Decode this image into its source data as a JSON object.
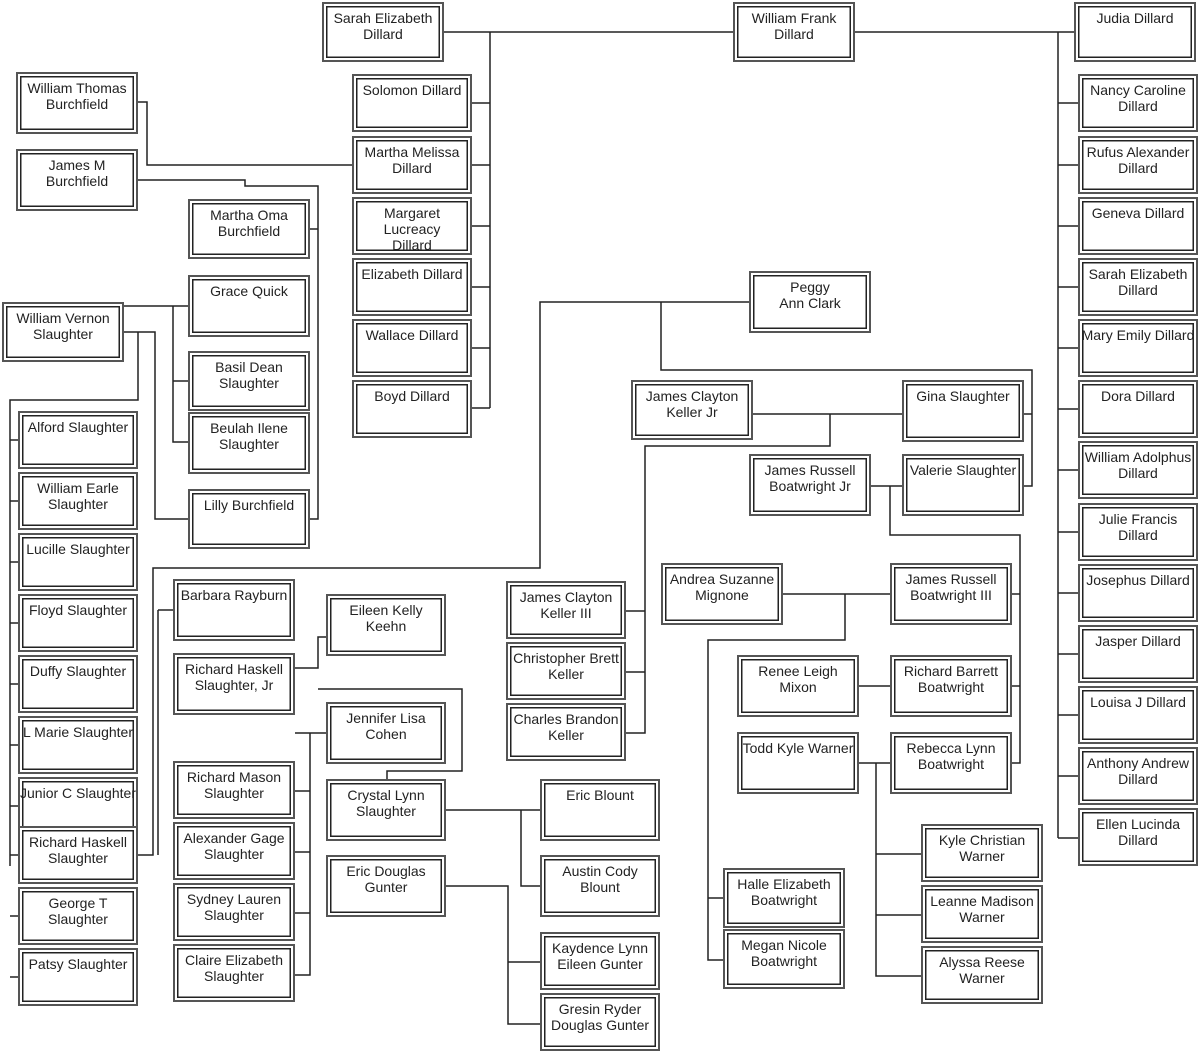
{
  "people": {
    "sarah_elizabeth_dillard_top": "Sarah Elizabeth\nDillard",
    "william_frank_dillard": "William Frank\nDillard",
    "judia_dillard": "Judia Dillard",
    "solomon_dillard": "Solomon Dillard",
    "martha_melissa_dillard": "Martha Melissa\nDillard",
    "margaret_lucreacy_dillard": "Margaret Lucreacy\nDillard",
    "elizabeth_dillard": "Elizabeth Dillard",
    "wallace_dillard": "Wallace Dillard",
    "boyd_dillard": "Boyd Dillard",
    "nancy_caroline_dillard": "Nancy Caroline\nDillard",
    "rufus_alexander_dillard": "Rufus Alexander\nDillard",
    "geneva_dillard": "Geneva Dillard",
    "sarah_elizabeth_dillard": "Sarah Elizabeth\nDillard",
    "mary_emily_dillard": "Mary Emily Dillard",
    "dora_dillard": "Dora Dillard",
    "william_adolphus_dillard": "William Adolphus\nDillard",
    "julie_francis_dillard": "Julie Francis\nDillard",
    "josephus_dillard": "Josephus Dillard",
    "jasper_dillard": "Jasper Dillard",
    "louisa_j_dillard": "Louisa J Dillard",
    "anthony_andrew_dillard": "Anthony Andrew\nDillard",
    "ellen_lucinda_dillard": "Ellen Lucinda\nDillard",
    "william_thomas_burchfield": "William Thomas\nBurchfield",
    "james_m_burchfield": "James M\nBurchfield",
    "martha_oma_burchfield": "Martha Oma\nBurchfield",
    "grace_quick": "Grace Quick",
    "william_vernon_slaughter": "William Vernon\nSlaughter",
    "basil_dean_slaughter": "Basil Dean\nSlaughter",
    "beulah_ilene_slaughter": "Beulah Ilene\nSlaughter",
    "lilly_burchfield": "Lilly Burchfield",
    "alford_slaughter": "Alford Slaughter",
    "william_earle_slaughter": "William Earle\nSlaughter",
    "lucille_slaughter": "Lucille Slaughter",
    "floyd_slaughter": "Floyd Slaughter",
    "duffy_slaughter": "Duffy Slaughter",
    "l_marie_slaughter": "L Marie Slaughter",
    "junior_c_slaughter": "Junior C Slaughter",
    "richard_haskell_slaughter": "Richard Haskell\nSlaughter",
    "george_t_slaughter": "George T\nSlaughter",
    "patsy_slaughter": "Patsy Slaughter",
    "barbara_rayburn": "Barbara Rayburn",
    "richard_haskell_slaughter_jr": "Richard Haskell\nSlaughter, Jr",
    "richard_mason_slaughter": "Richard Mason\nSlaughter",
    "alexander_gage_slaughter": "Alexander Gage\nSlaughter",
    "sydney_lauren_slaughter": "Sydney Lauren\nSlaughter",
    "claire_elizabeth_slaughter": "Claire Elizabeth\nSlaughter",
    "eileen_kelly_keehn": "Eileen Kelly Keehn",
    "jennifer_lisa_cohen": "Jennifer Lisa\nCohen",
    "crystal_lynn_slaughter": "Crystal Lynn\nSlaughter",
    "eric_douglas_gunter": "Eric Douglas\nGunter",
    "eric_blount": "Eric Blount",
    "austin_cody_blount": "Austin Cody Blount",
    "kaydence_lynn_eileen_gunter": "Kaydence Lynn\nEileen Gunter",
    "gresin_ryder_douglas_gunter": "Gresin Ryder\nDouglas Gunter",
    "james_clayton_keller_iii": "James Clayton\nKeller III",
    "christopher_brett_keller": "Christopher Brett\nKeller",
    "charles_brandon_keller": "Charles Brandon\nKeller",
    "peggy_ann_clark": "Peggy\nAnn Clark",
    "james_clayton_keller_jr": "James Clayton\nKeller Jr",
    "gina_slaughter": "Gina Slaughter",
    "james_russell_boatwright_jr": "James Russell\nBoatwright Jr",
    "valerie_slaughter": "Valerie Slaughter",
    "andrea_suzanne_mignone": "Andrea Suzanne\nMignone",
    "james_russell_boatwright_iii": "James Russell\nBoatwright III",
    "renee_leigh_mixon": "Renee Leigh\nMixon",
    "richard_barrett_boatwright": "Richard Barrett\nBoatwright",
    "todd_kyle_warner": "Todd Kyle Warner",
    "rebecca_lynn_boatwright": "Rebecca Lynn\nBoatwright",
    "kyle_christian_warner": "Kyle Christian\nWarner",
    "leanne_madison_warner": "Leanne Madison\nWarner",
    "alyssa_reese_warner": "Alyssa Reese\nWarner",
    "halle_elizabeth_boatwright": "Halle Elizabeth\nBoatwright",
    "megan_nicole_boatwright": "Megan Nicole\nBoatwright"
  }
}
